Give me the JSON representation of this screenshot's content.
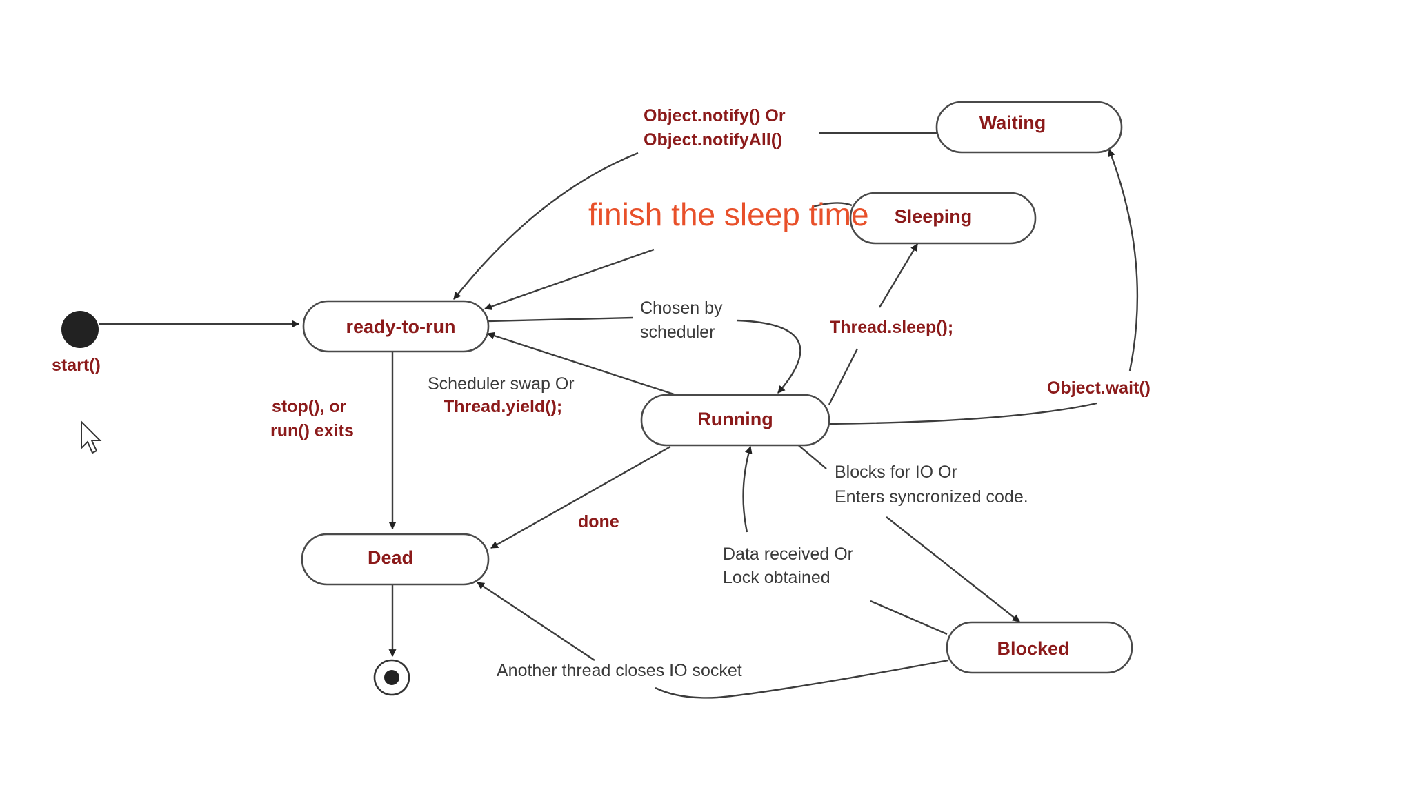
{
  "states": {
    "ready": "ready-to-run",
    "running": "Running",
    "dead": "Dead",
    "waiting": "Waiting",
    "sleeping": "Sleeping",
    "blocked": "Blocked"
  },
  "transitions": {
    "start": "start()",
    "notify_line1": "Object.notify() Or",
    "notify_line2": "Object.notifyAll()",
    "chosen_line1": "Chosen by",
    "chosen_line2": "scheduler",
    "sleep_call": "Thread.sleep();",
    "wait_call": "Object.wait()",
    "swap_line1": "Scheduler swap Or",
    "swap_line2": "Thread.yield();",
    "stop_line1": "stop(), or",
    "stop_line2": "run() exits",
    "done": "done",
    "blocks_line1": "Blocks for IO Or",
    "blocks_line2": "Enters syncronized code.",
    "data_line1": "Data received Or",
    "data_line2": "Lock obtained",
    "another_thread": "Another thread closes IO socket"
  },
  "annotation": "finish the sleep time",
  "colors": {
    "state_text": "#8b1a1a",
    "annotation": "#e8502a",
    "line": "#3c3c3c"
  }
}
